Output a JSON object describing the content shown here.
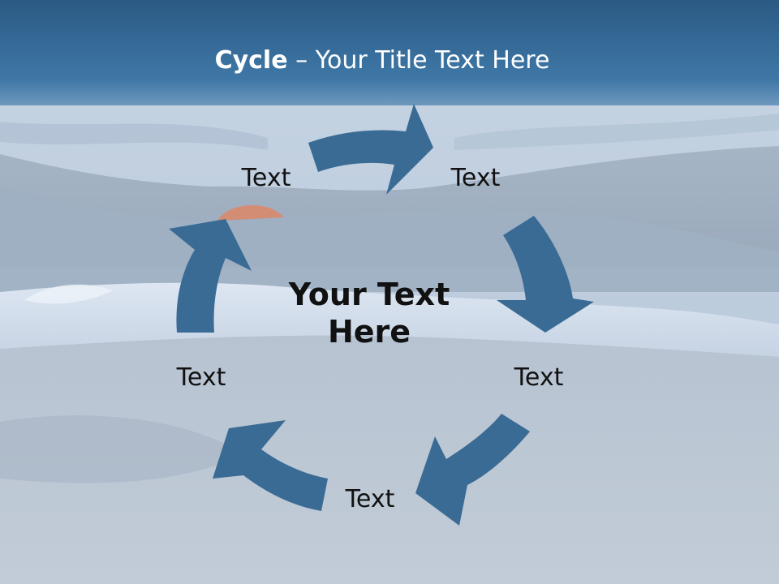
{
  "title": {
    "bold": "Cycle",
    "rest": " – Your Title Text Here"
  },
  "center_text": {
    "line1": "Your Text",
    "line2": "Here"
  },
  "nodes": [
    {
      "label": "Text"
    },
    {
      "label": "Text"
    },
    {
      "label": "Text"
    },
    {
      "label": "Text"
    },
    {
      "label": "Text"
    }
  ],
  "colors": {
    "arrow": "#3a6b95",
    "title_band": "#3b73a3",
    "text": "#111111"
  }
}
